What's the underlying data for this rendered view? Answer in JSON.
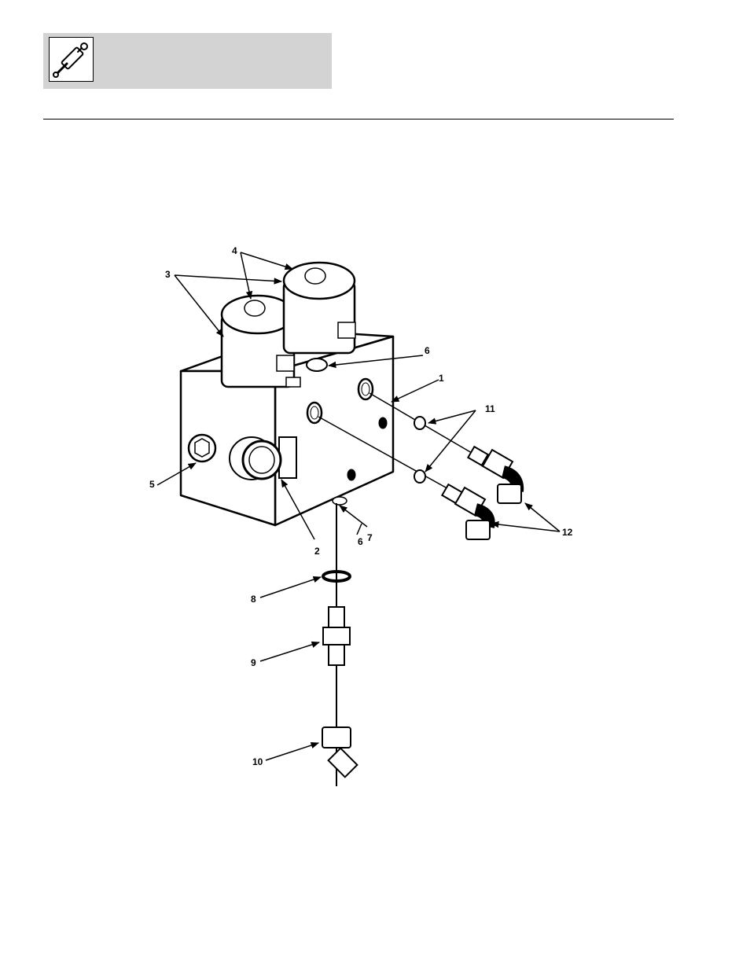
{
  "header": {
    "icon": "hydraulic-cylinder-icon"
  },
  "diagram": {
    "callouts": {
      "c1": "1",
      "c2": "2",
      "c3": "3",
      "c4": "4",
      "c5": "5",
      "c6a": "6",
      "c6b": "6",
      "c7": "7",
      "c8": "8",
      "c9": "9",
      "c10": "10",
      "c11": "11",
      "c12": "12"
    }
  }
}
